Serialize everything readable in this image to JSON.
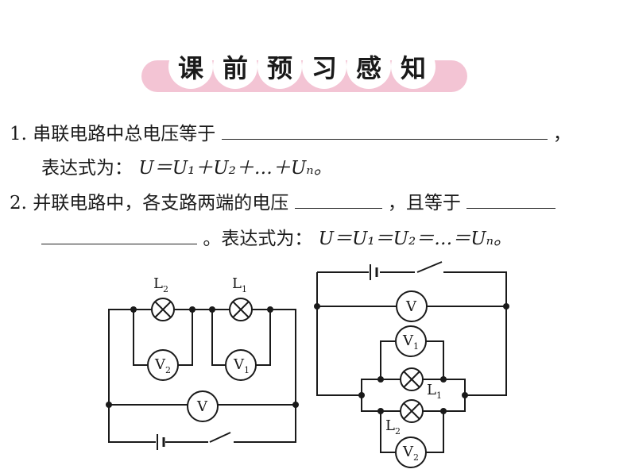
{
  "title_chars": [
    "课",
    "前",
    "预",
    "习",
    "感",
    "知"
  ],
  "q1": {
    "num": "1.",
    "text": "串联电路中总电压等于",
    "end": "，",
    "formula_prefix": "表达式为：",
    "formula": "U＝U₁＋U₂＋…＋Uₙ。"
  },
  "q2": {
    "num": "2.",
    "text_a": "并联电路中，各支路两端的电压",
    "text_b": "，且等于",
    "text_c": "。表达式为：",
    "formula": "U＝U₁＝U₂＝…＝Uₙ。"
  },
  "circuit1": {
    "l2": "L",
    "l2_sub": "2",
    "l1": "L",
    "l1_sub": "1",
    "v2": "V",
    "v2_sub": "2",
    "v1": "V",
    "v1_sub": "1",
    "v": "V"
  },
  "circuit2": {
    "v": "V",
    "v1": "V",
    "v1_sub": "1",
    "l1": "L",
    "l1_sub": "1",
    "l2": "L",
    "l2_sub": "2",
    "v2": "V",
    "v2_sub": "2"
  }
}
